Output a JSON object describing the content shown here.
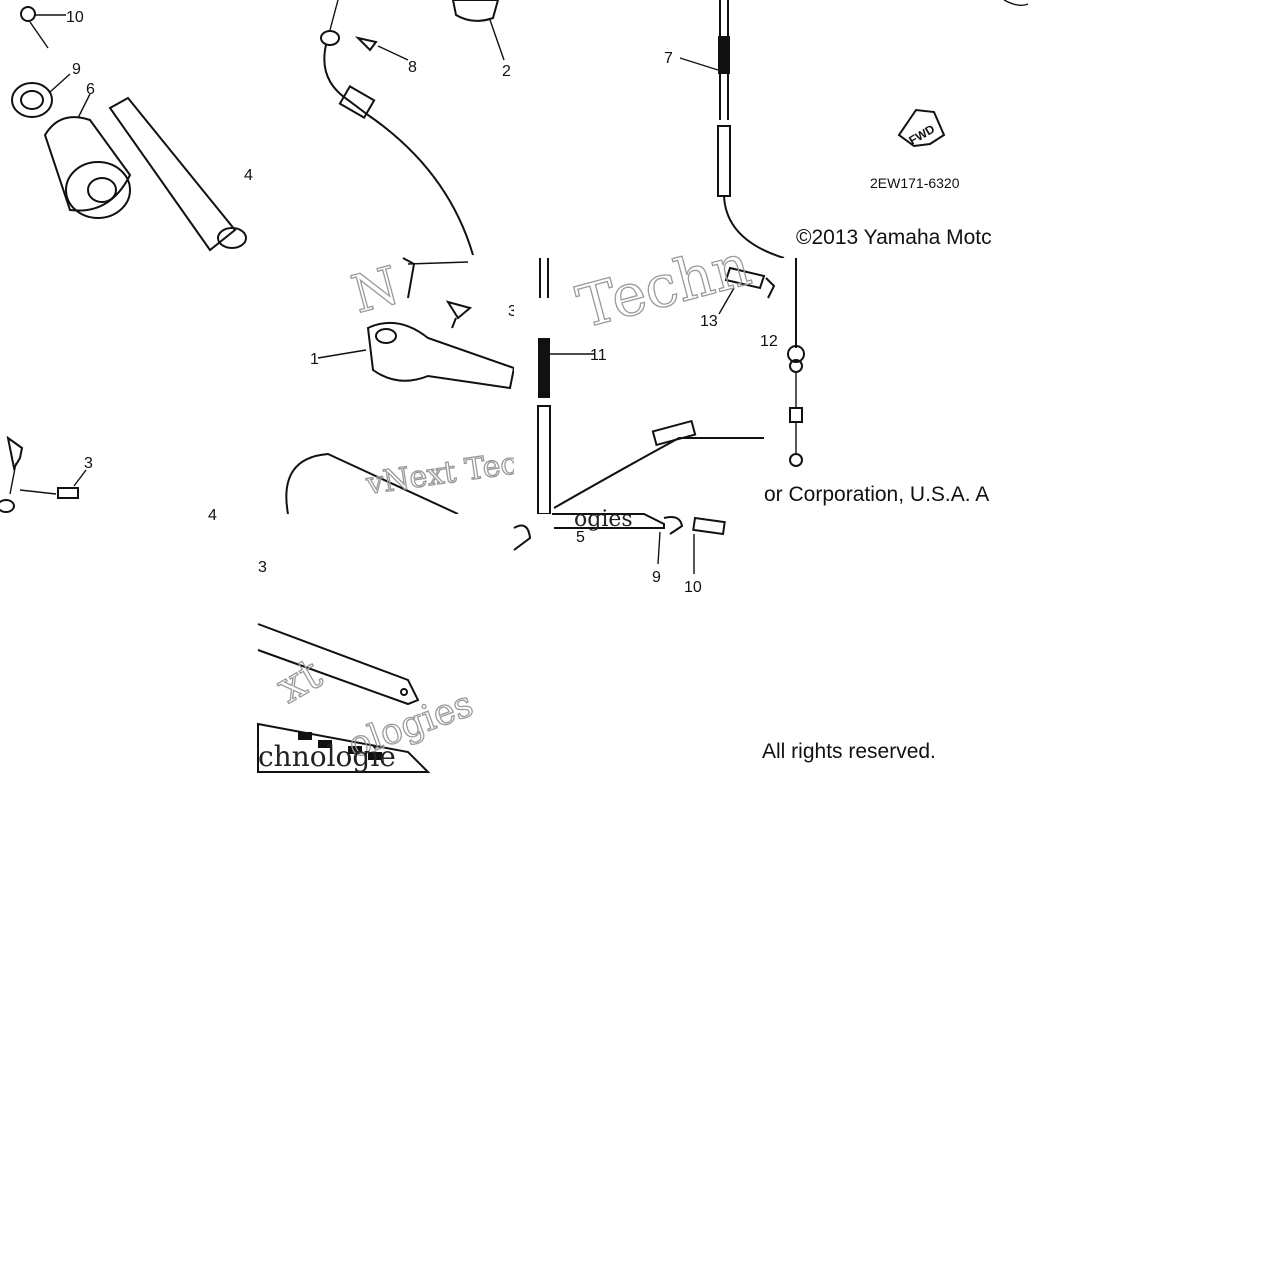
{
  "diagram": {
    "part_code": "2EW171-6320",
    "fwd_label": "FWD",
    "copyright": {
      "line1": "©2013 Yamaha Motc",
      "line2": "or Corporation, U.S.A. A",
      "line3": "All rights reserved."
    },
    "watermarks": {
      "w1": "Techn",
      "w2": "vNext Tec",
      "w3": "ologies",
      "w4": "xt",
      "w5": "ogies",
      "w6": "chnologie",
      "w7": "N"
    },
    "callouts": {
      "c10": "10",
      "c9": "9",
      "c6": "6",
      "c4": "4",
      "c8": "8",
      "c2": "2",
      "c7": "7",
      "c13": "13",
      "c12": "12",
      "c11": "11",
      "c3": "3",
      "c1": "1",
      "c5": "5",
      "c9b": "9",
      "c10b": "10",
      "c3b": "3",
      "c4b": "4"
    },
    "colors": {
      "ink": "#111111",
      "paper": "#ffffff",
      "watermark": "#9a9a9a"
    }
  }
}
